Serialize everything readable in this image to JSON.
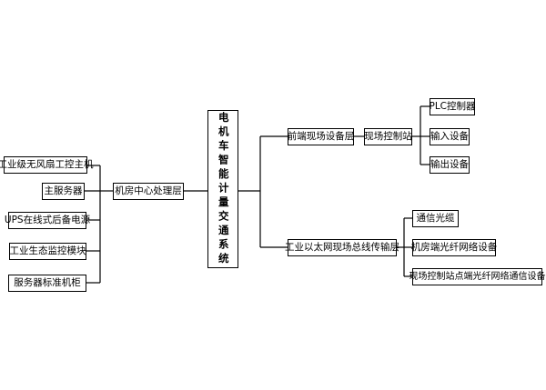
{
  "diagram": {
    "root": {
      "label": "电机车智能计量交通系统"
    },
    "left_branch": {
      "label": "机房中心处理层",
      "children": [
        "工业级无风扇工控主机",
        "主服务器",
        "UPS在线式后备电源",
        "工业生态监控模块",
        "服务器标准机柜"
      ]
    },
    "right_branch_top": {
      "label": "前端现场设备层",
      "sub": {
        "label": "现场控制站",
        "children": [
          "PLC控制器",
          "输入设备",
          "输出设备"
        ]
      }
    },
    "right_branch_bottom": {
      "label": "工业以太网现场总线传输层",
      "children": [
        "通信光缆",
        "机房端光纤网络设备",
        "现场控制站点端光纤网络通信设备"
      ]
    }
  }
}
